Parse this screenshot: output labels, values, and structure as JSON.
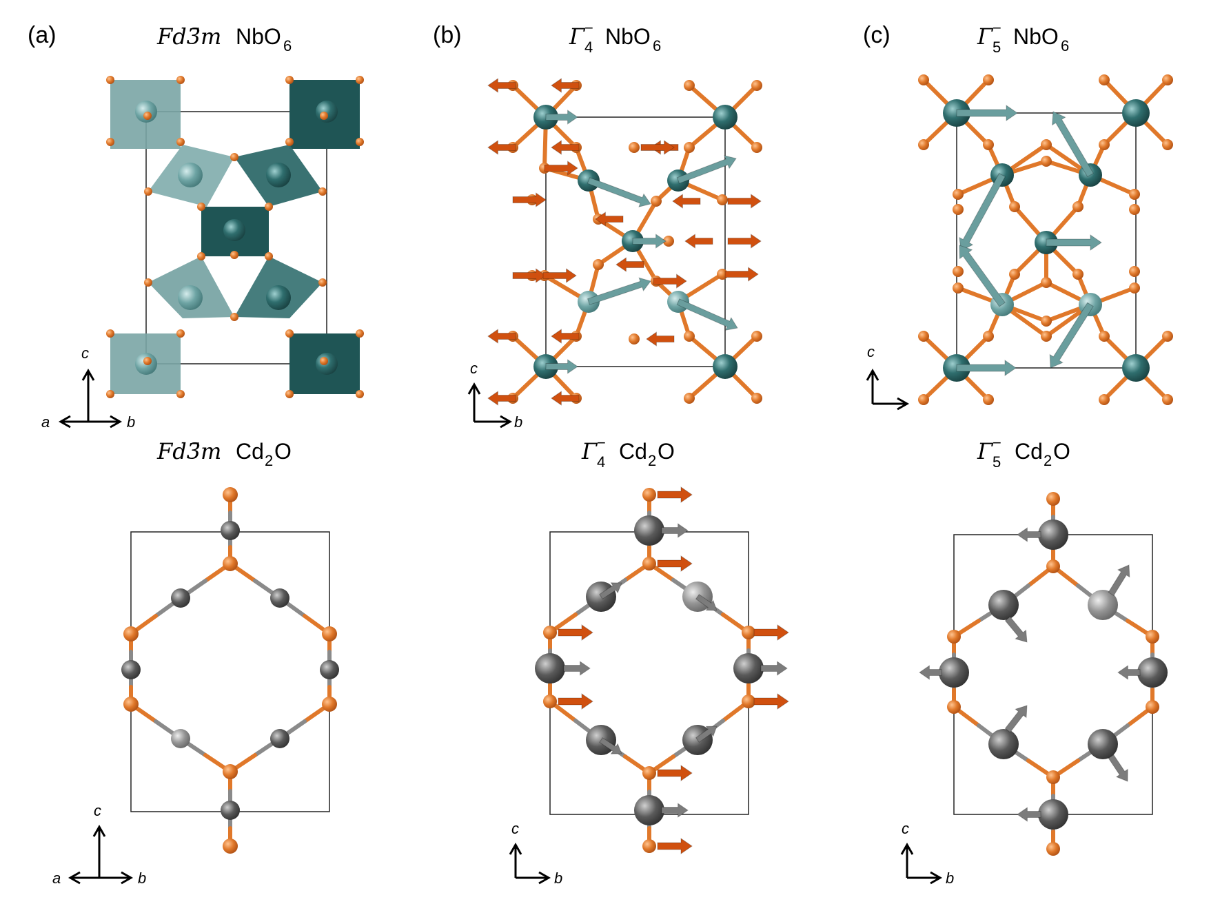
{
  "panels": [
    {
      "label": "(a)",
      "top_title": {
        "math": "Fd3̄m",
        "text": "NbO",
        "sub": "6"
      },
      "bottom_title": {
        "math": "Fd3̄m",
        "text": "Cd",
        "sub": "2",
        "tail": "O"
      }
    },
    {
      "label": "(b)",
      "top_title": {
        "math": "Γ",
        "sup": "−",
        "msub": "4",
        "text": "NbO",
        "sub": "6"
      },
      "bottom_title": {
        "math": "Γ",
        "sup": "−",
        "msub": "4",
        "text": "Cd",
        "sub": "2",
        "tail": "O"
      }
    },
    {
      "label": "(c)",
      "top_title": {
        "math": "Γ",
        "sup": "−",
        "msub": "5",
        "text": "NbO",
        "sub": "6"
      },
      "bottom_title": {
        "math": "Γ",
        "sup": "−",
        "msub": "5",
        "text": "Cd",
        "sub": "2",
        "tail": "O"
      }
    }
  ],
  "axes": {
    "c": "c",
    "a": "a",
    "b": "b"
  },
  "colors": {
    "nb": "#2c6b6b",
    "nb_light": "#6fa3a3",
    "octa_dark": "#1f5555",
    "octa_light": "#7aa5a5",
    "oxygen": "#e0782a",
    "oxygen_arrow": "#d0500f",
    "cd": "#595959",
    "cd_light": "#8a8a8a",
    "nb_arrow": "#6a9e9e",
    "cd_arrow": "#7c7c7c",
    "cell": "#222222"
  }
}
